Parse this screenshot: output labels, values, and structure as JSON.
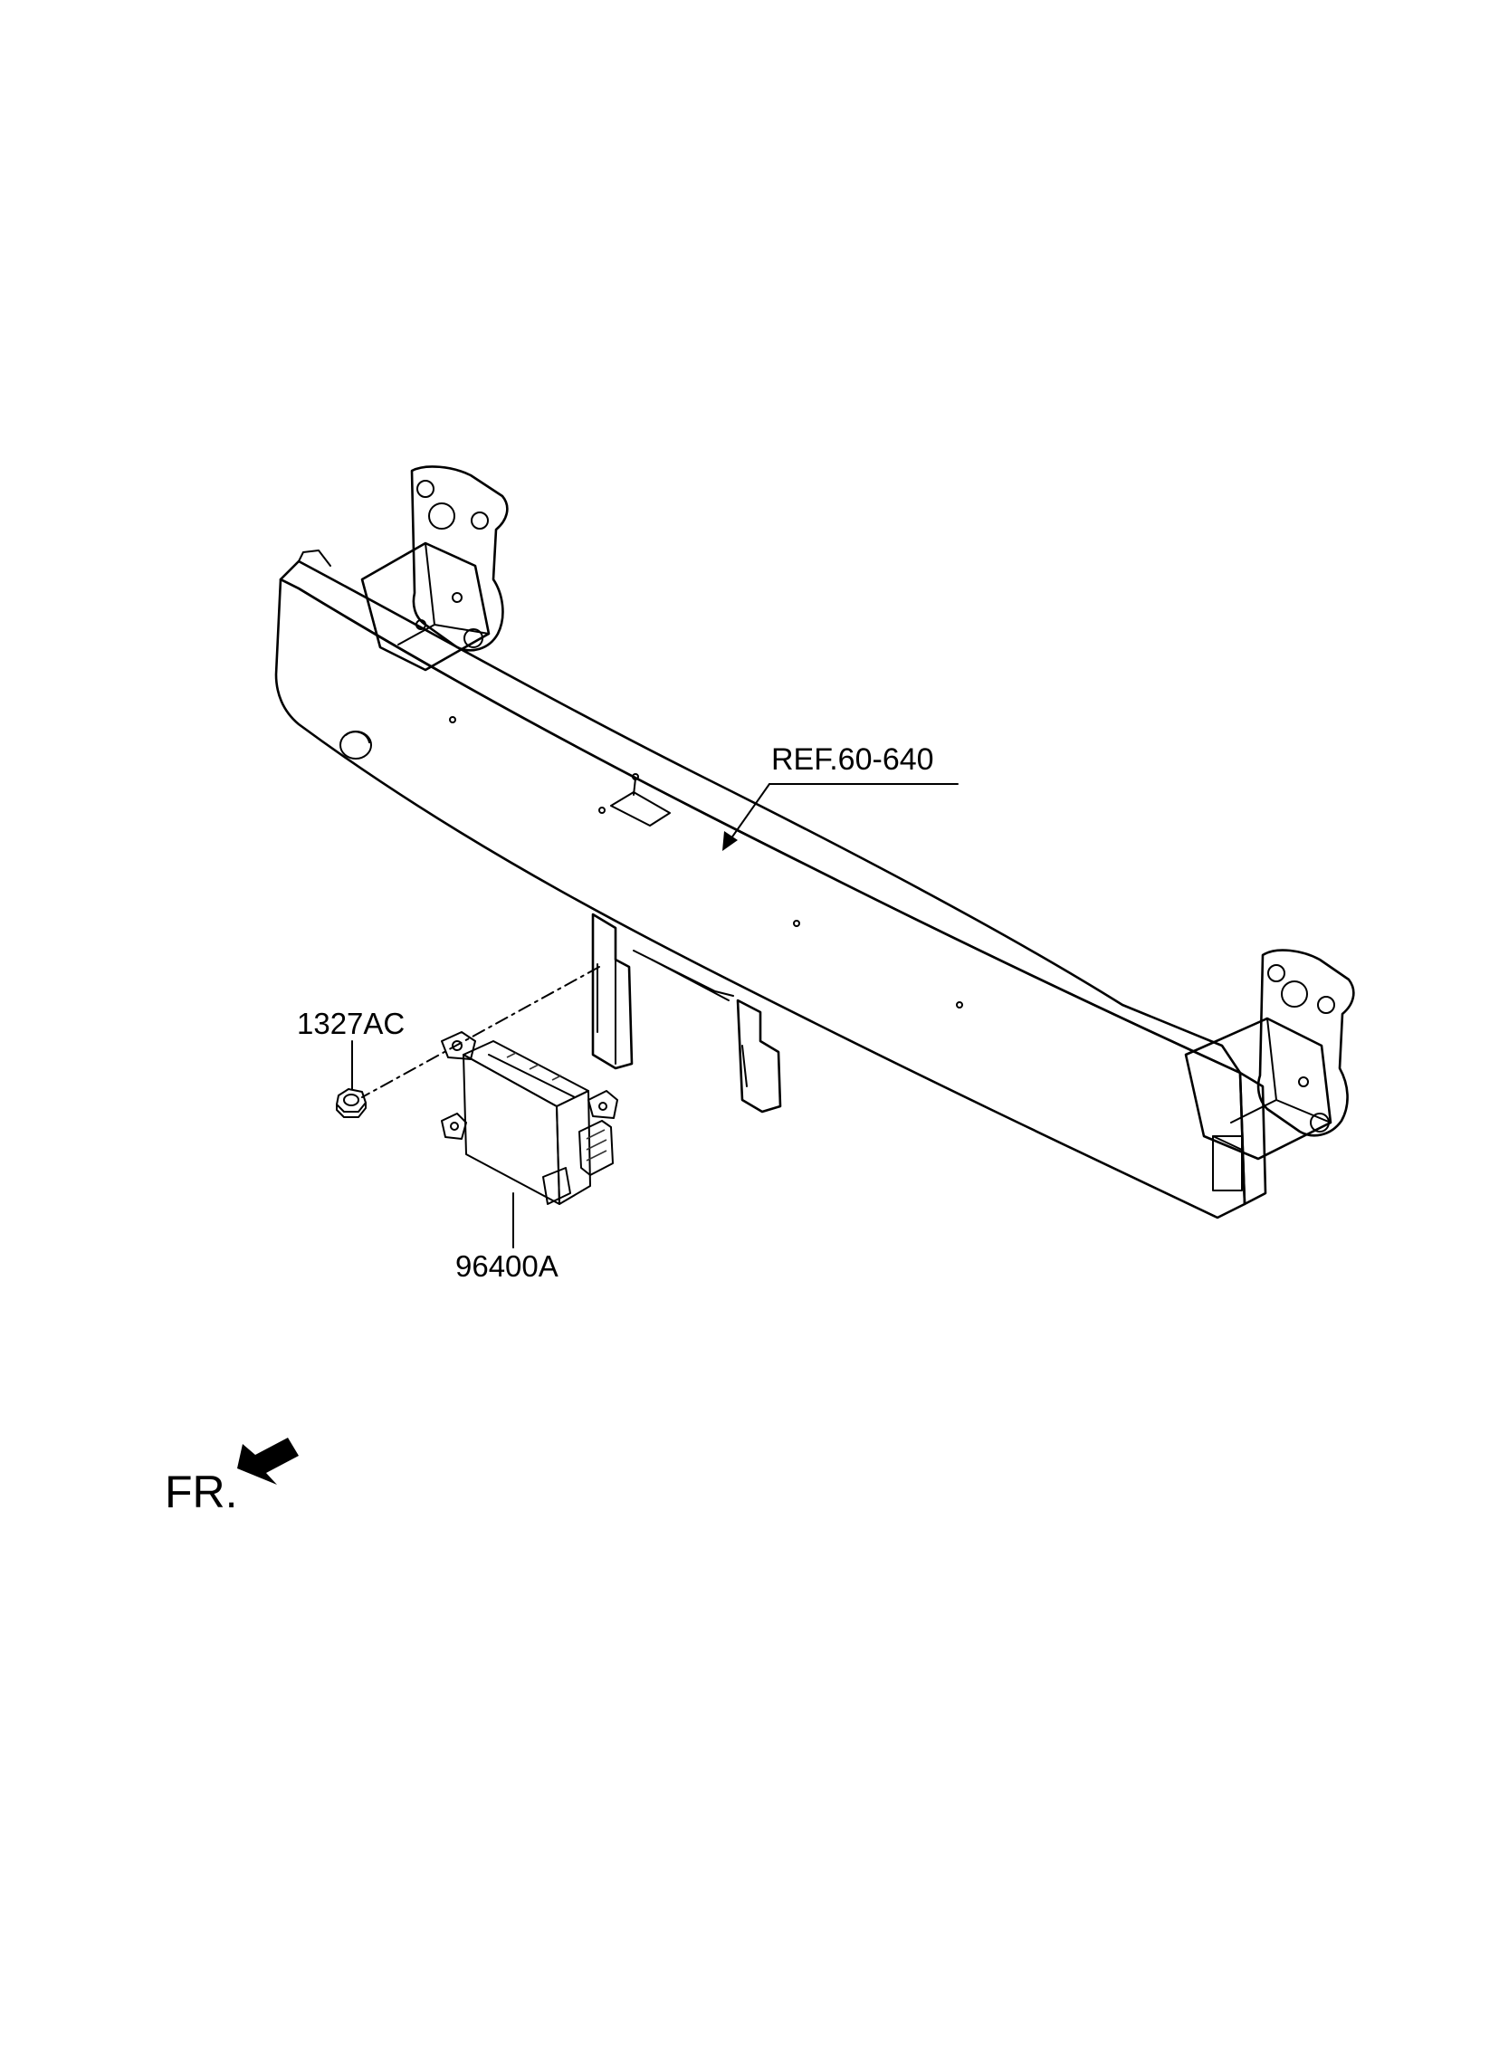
{
  "callouts": {
    "reference": "REF.60-640",
    "nut": "1327AC",
    "radar_unit": "96400A"
  },
  "direction": {
    "label": "FR."
  },
  "colors": {
    "ink": "#000000",
    "background": "#ffffff",
    "module_fill": "#b7b7b7",
    "module_shade": "#8f8f8f"
  }
}
